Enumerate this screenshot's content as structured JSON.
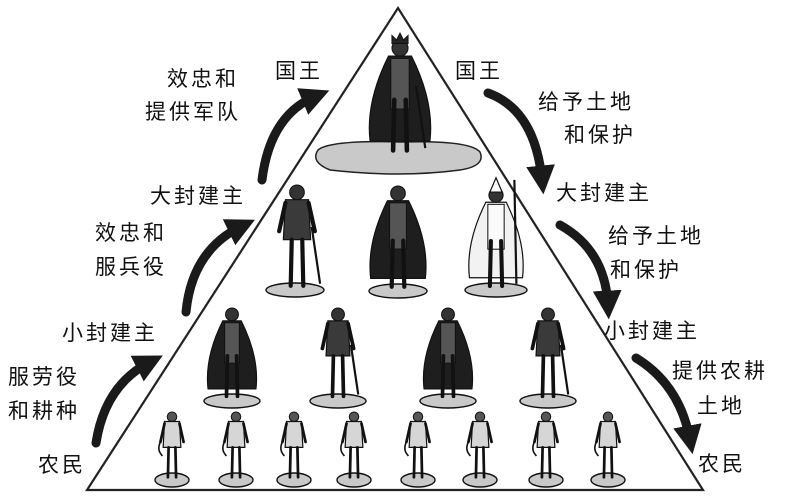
{
  "left_side": {
    "peasant": "农民",
    "labor_line1": "服劳役",
    "labor_line2": "和耕种",
    "minor_lord": "小封建主",
    "service_line1": "效忠和",
    "service_line2": "服兵役",
    "great_lord": "大封建主",
    "army_line1": "效忠和",
    "army_line2": "提供军队",
    "king": "国王"
  },
  "right_side": {
    "king": "国王",
    "grant_line1": "给予土地",
    "grant_line2": "和保护",
    "great_lord": "大封建主",
    "grant2_line1": "给予土地",
    "grant2_line2": "和保护",
    "minor_lord": "小封建主",
    "provide_line1": "提供农耕",
    "provide_line2": "土地",
    "peasant": "农民"
  },
  "pyramid_tiers": {
    "king_figures": 1,
    "great_lord_figures": 3,
    "minor_lord_figures": 4,
    "peasant_figures": 8
  },
  "colors": {
    "ink": "#111111",
    "background": "#ffffff",
    "base_gray": "#c9c9c9"
  }
}
